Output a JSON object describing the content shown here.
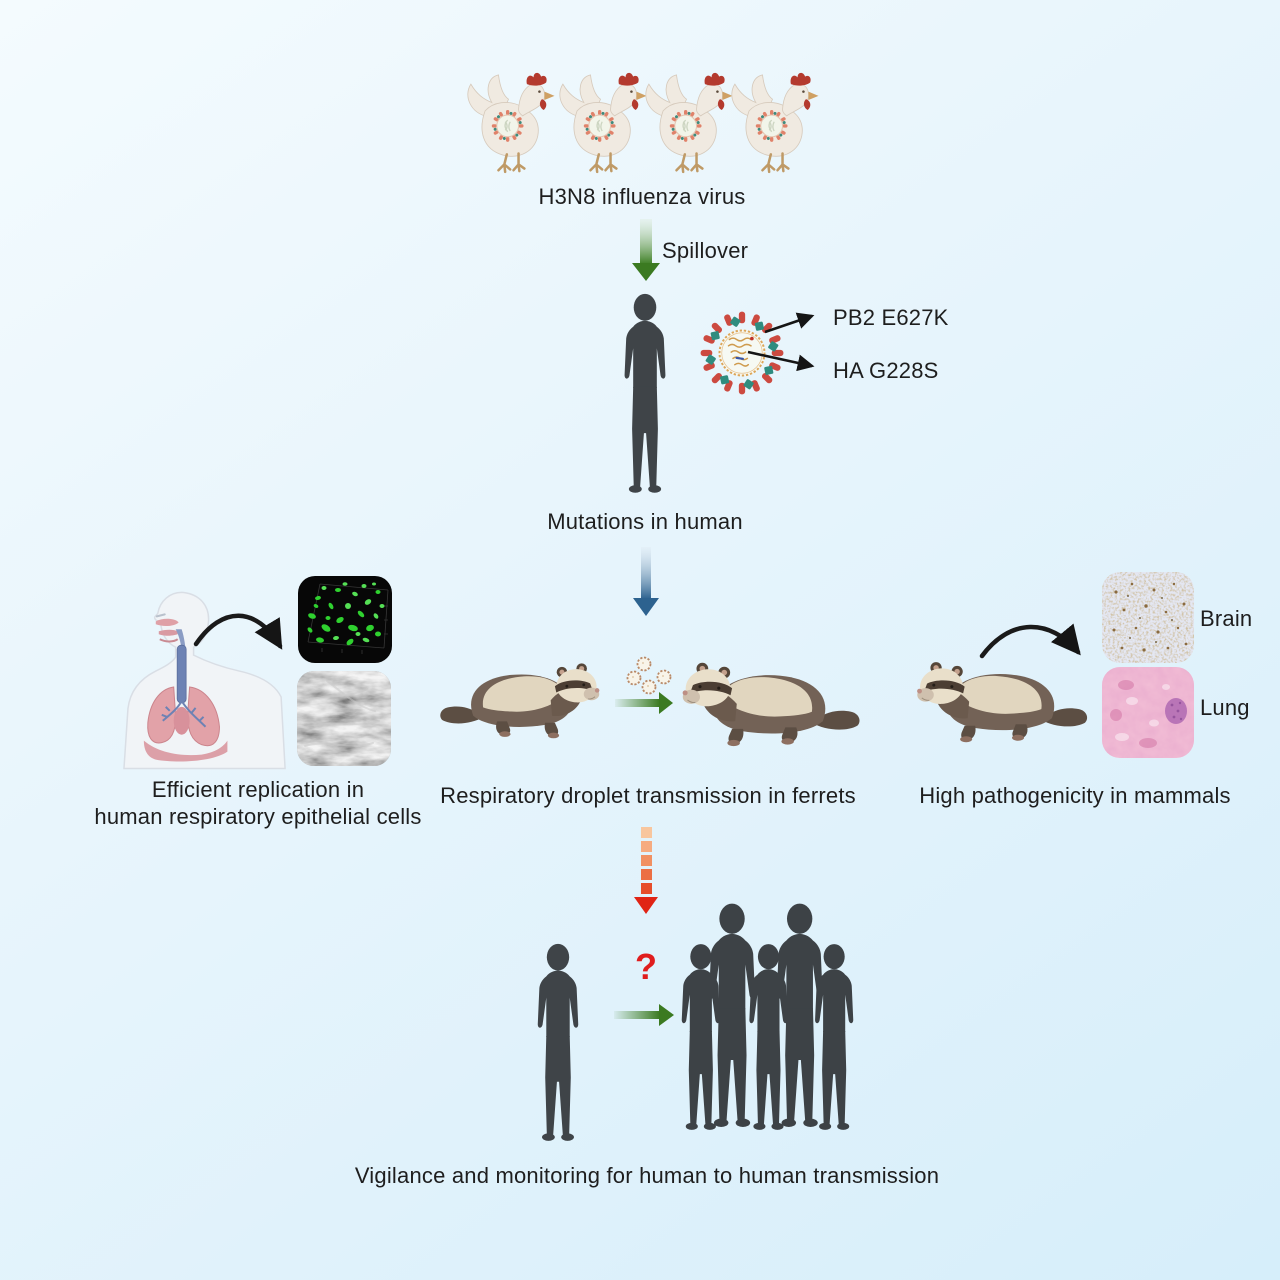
{
  "figure": {
    "top": {
      "source_label": "H3N8 influenza virus",
      "spillover_label": "Spillover"
    },
    "mutations": {
      "pb2_label": "PB2 E627K",
      "ha_label": "HA G228S",
      "caption": "Mutations in human"
    },
    "panels": {
      "left": {
        "caption_line1": "Efficient replication in",
        "caption_line2": "human respiratory epithelial cells"
      },
      "center": {
        "caption": "Respiratory droplet transmission in ferrets"
      },
      "right": {
        "caption": "High pathogenicity in mammals",
        "brain_label": "Brain",
        "lung_label": "Lung"
      }
    },
    "bottom": {
      "question_mark": "?",
      "caption": "Vigilance and monitoring for human to human transmission"
    },
    "colors": {
      "background_top": "#f4fbfe",
      "background_bottom": "#d6eefa",
      "green_arrow": "#3b7a21",
      "blue_arrow": "#2d628f",
      "red_accent": "#e02415",
      "silhouette": "#3f4448",
      "ferret_body": "#736256",
      "ferret_saddle": "#e1d6bf",
      "chicken_body": "#f0eae1",
      "comb_red": "#b43a2e",
      "virus_spike_red": "#cc4a40",
      "virus_spike_teal": "#2f8c7f",
      "virus_membrane": "#dca65a"
    }
  }
}
